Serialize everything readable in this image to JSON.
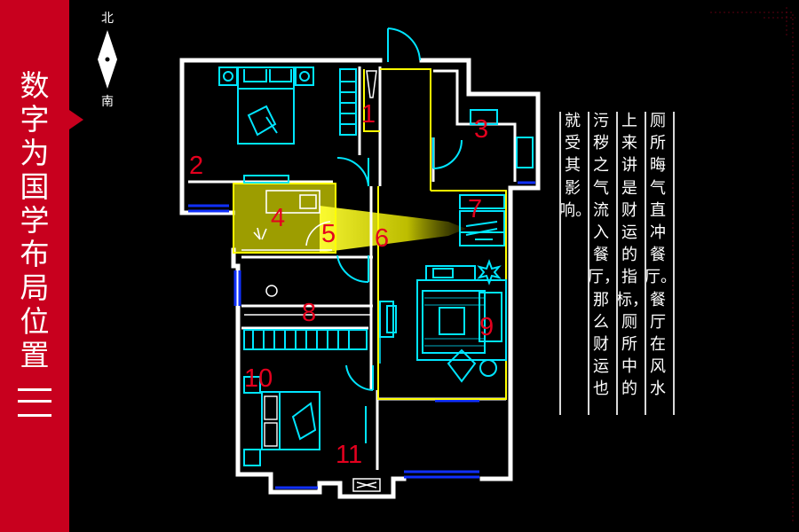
{
  "slide": {
    "title": "数字为国学布局位置",
    "title_number": "三",
    "compass": {
      "north": "北",
      "south": "南"
    },
    "room_labels": [
      "1",
      "2",
      "3",
      "4",
      "5",
      "6",
      "7",
      "8",
      "9",
      "10",
      "11"
    ],
    "description_columns": [
      "厕所晦气直冲餐厅。餐厅在风水",
      "上来讲是财运的指标，厕所中的",
      "污秽之气流入餐厅，那么财运也",
      "就受其影响。"
    ],
    "colors": {
      "sidebar": "#c8001e",
      "walls": "#ffffff",
      "furniture": "#00e5ff",
      "highlight": "#ffff00",
      "room_numbers": "#e4001e",
      "windows": "#1030ff"
    },
    "icons": [
      "compass-needle-icon",
      "sidebar-arrow-icon"
    ]
  }
}
